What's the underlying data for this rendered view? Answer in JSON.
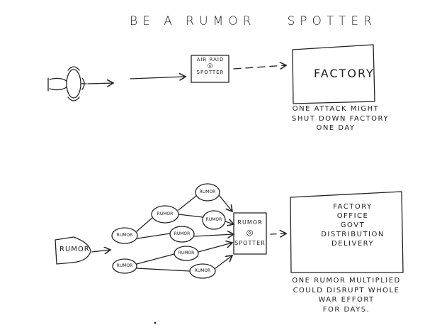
{
  "title": {
    "part1": "BE A RUMOR",
    "part2": "SPOTTER"
  },
  "top_section": {
    "spotter_box": {
      "line1": "AIR RAID",
      "symbol": "◎",
      "line2": "SPOTTER"
    },
    "factory_label": "FACTORY",
    "caption": [
      "ONE ATTACK MIGHT",
      "SHUT DOWN FACTORY",
      "ONE DAY"
    ]
  },
  "bottom_section": {
    "source_label": "RUMOR",
    "network_nodes": [
      "RUMOR",
      "RUMOR",
      "RUMOR",
      "RUMOR",
      "RUMOR",
      "RUMOR",
      "RUMOR",
      "RUMOR"
    ],
    "spotter_box": {
      "line1": "RUMOR",
      "symbol": "◎",
      "line2": "SPOTTER"
    },
    "targets": [
      "FACTORY",
      "OFFICE",
      "GOVT",
      "DISTRIBUTION",
      "DELIVERY"
    ],
    "caption": [
      "ONE RUMOR MULTIPLIED",
      "COULD DISRUPT WHOLE",
      "WAR EFFORT",
      "FOR DAYS."
    ]
  }
}
